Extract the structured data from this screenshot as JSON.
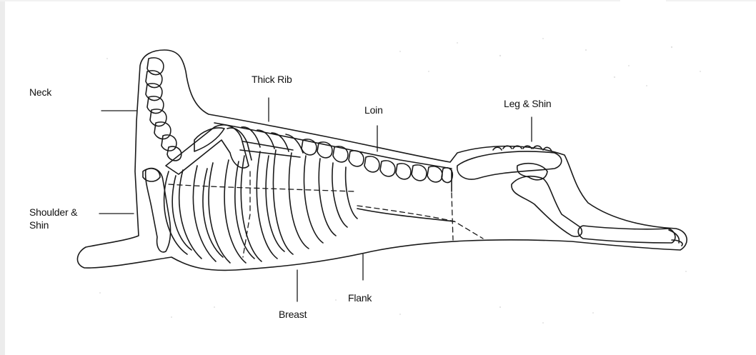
{
  "labels": {
    "neck": "Neck",
    "thick_rib": "Thick Rib",
    "loin": "Loin",
    "leg_shin": "Leg & Shin",
    "shoulder_shin": "Shoulder &\nShin",
    "flank": "Flank",
    "breast": "Breast"
  }
}
